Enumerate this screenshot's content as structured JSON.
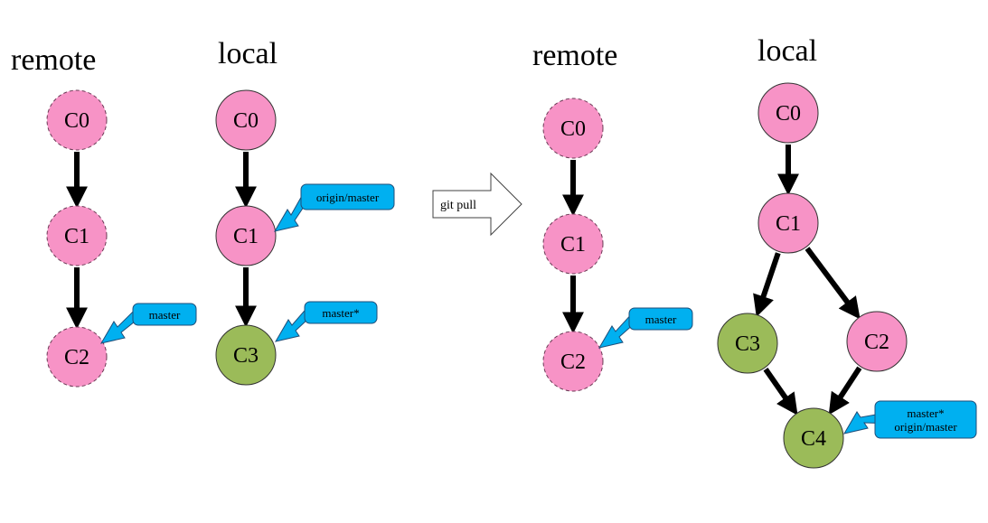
{
  "colors": {
    "pushed_commit": "#f793c6",
    "local_commit": "#9bbb59",
    "tag_fill": "#00b0f0",
    "tag_border": "#1f4e79",
    "edge": "#000000"
  },
  "panels": [
    {
      "title": "remote",
      "stage": "before",
      "commits": [
        {
          "id": "C0",
          "style": "remote"
        },
        {
          "id": "C1",
          "style": "remote"
        },
        {
          "id": "C2",
          "style": "remote"
        }
      ],
      "edges": [
        [
          "C0",
          "C1"
        ],
        [
          "C1",
          "C2"
        ]
      ],
      "refs": [
        {
          "target": "C2",
          "lines": [
            "master"
          ]
        }
      ]
    },
    {
      "title": "local",
      "stage": "before",
      "commits": [
        {
          "id": "C0",
          "style": "pushed"
        },
        {
          "id": "C1",
          "style": "pushed"
        },
        {
          "id": "C3",
          "style": "local"
        }
      ],
      "edges": [
        [
          "C0",
          "C1"
        ],
        [
          "C1",
          "C3"
        ]
      ],
      "refs": [
        {
          "target": "C1",
          "lines": [
            "origin/master"
          ]
        },
        {
          "target": "C3",
          "lines": [
            "master*"
          ]
        }
      ]
    },
    {
      "title": "remote",
      "stage": "after",
      "commits": [
        {
          "id": "C0",
          "style": "remote"
        },
        {
          "id": "C1",
          "style": "remote"
        },
        {
          "id": "C2",
          "style": "remote"
        }
      ],
      "edges": [
        [
          "C0",
          "C1"
        ],
        [
          "C1",
          "C2"
        ]
      ],
      "refs": [
        {
          "target": "C2",
          "lines": [
            "master"
          ]
        }
      ]
    },
    {
      "title": "local",
      "stage": "after",
      "commits": [
        {
          "id": "C0",
          "style": "pushed"
        },
        {
          "id": "C1",
          "style": "pushed"
        },
        {
          "id": "C3",
          "style": "local"
        },
        {
          "id": "C2",
          "style": "pushed"
        },
        {
          "id": "C4",
          "style": "local"
        }
      ],
      "edges": [
        [
          "C0",
          "C1"
        ],
        [
          "C1",
          "C3"
        ],
        [
          "C1",
          "C2"
        ],
        [
          "C3",
          "C4"
        ],
        [
          "C2",
          "C4"
        ]
      ],
      "refs": [
        {
          "target": "C4",
          "lines": [
            "master*",
            "origin/master"
          ]
        }
      ]
    }
  ],
  "action": {
    "label": "git pull"
  }
}
